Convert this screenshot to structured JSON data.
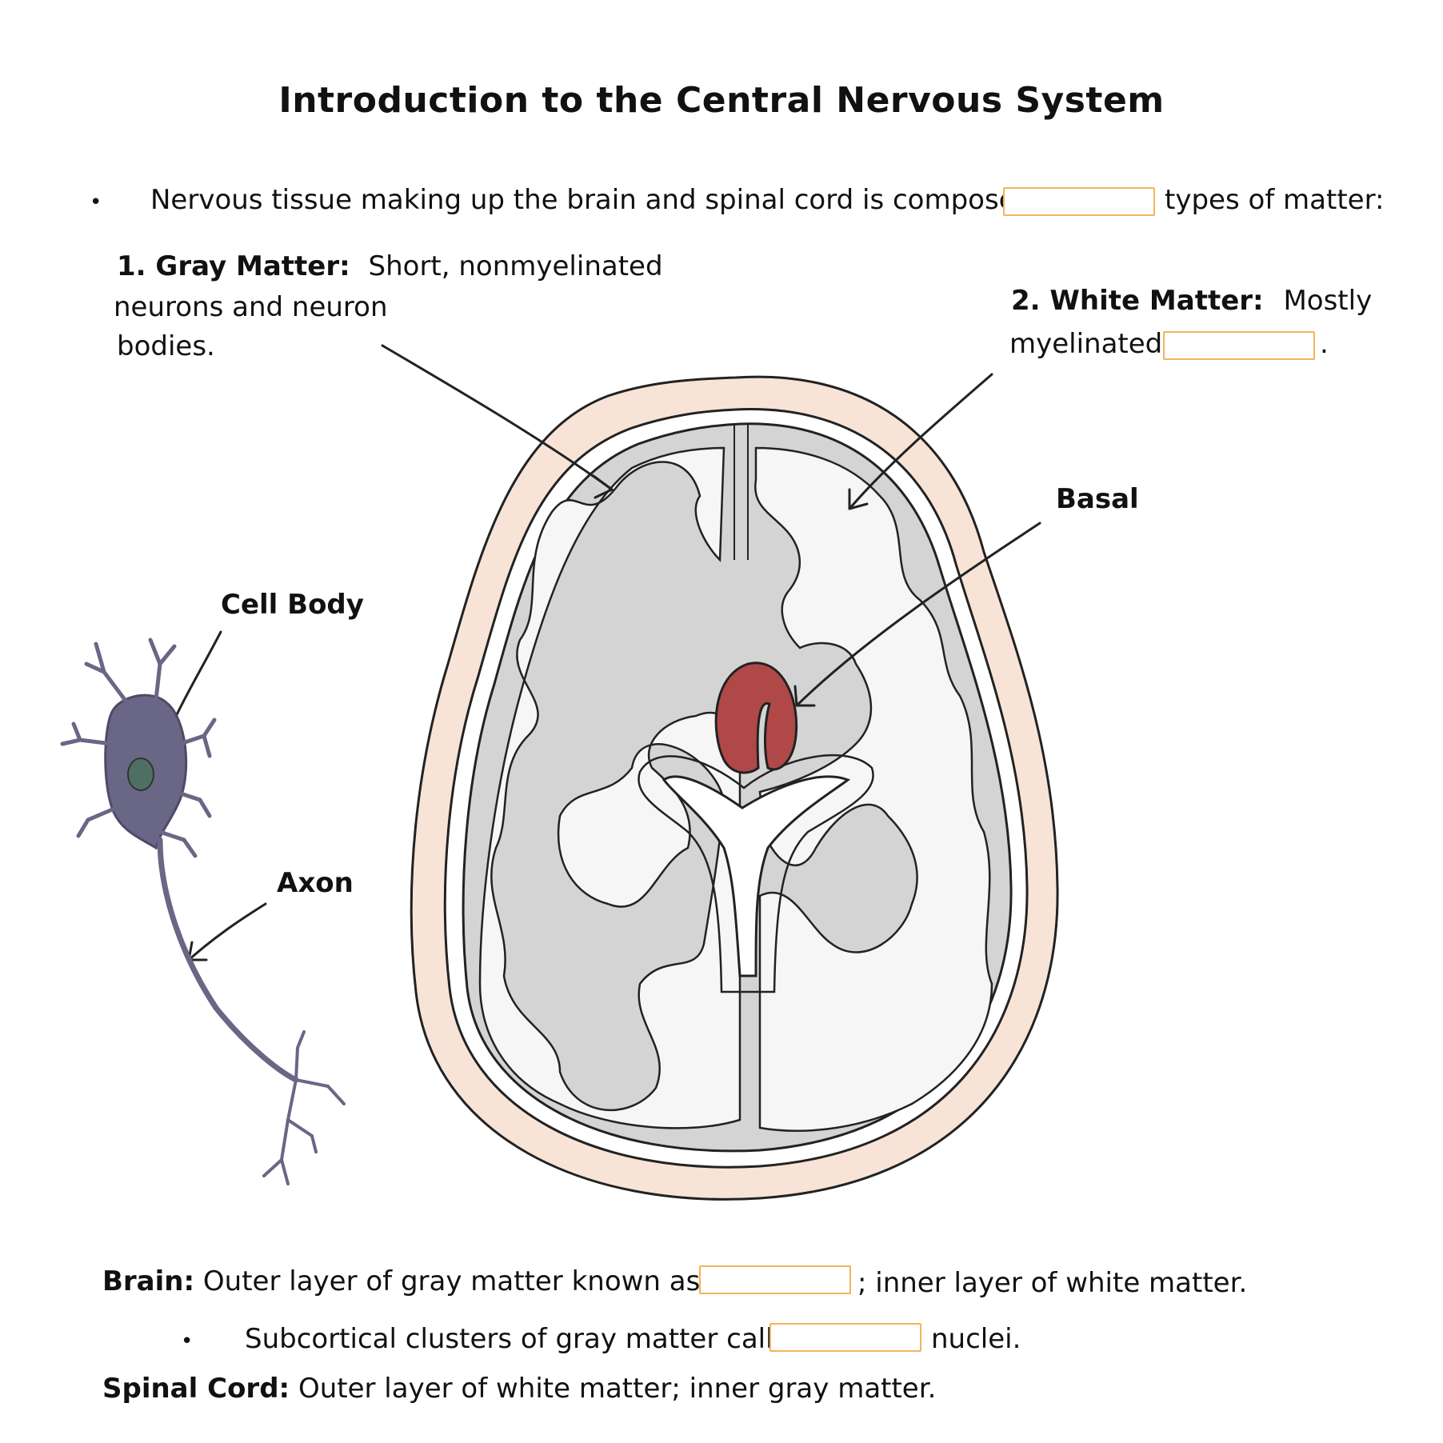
{
  "title": "Introduction to the Central Nervous System",
  "intro": {
    "bullet": "•",
    "text_before": "Nervous tissue making up the brain and spinal cord is composed of",
    "text_after": "types of matter:"
  },
  "gray_matter": {
    "label": "1. Gray Matter:",
    "line1": "Short, nonmyelinated",
    "line2": "neurons and neuron",
    "line3": "bodies."
  },
  "white_matter": {
    "label": "2. White Matter:",
    "line1_rest": "Mostly",
    "line2": "myelinated",
    "period": "."
  },
  "labels": {
    "basal": "Basal",
    "cell_body": "Cell Body",
    "axon": "Axon"
  },
  "brain_note": {
    "label": "Brain:",
    "text_before": "Outer layer of gray matter known as the",
    "text_after": "; inner layer of white matter."
  },
  "subcortical": {
    "bullet": "•",
    "text_before": "Subcortical clusters of gray matter called",
    "text_after": "nuclei."
  },
  "spinal_note": {
    "label": "Spinal Cord:",
    "text": "Outer layer of white matter; inner gray matter."
  },
  "colors": {
    "blank_border": "#f3b45a",
    "skull": "#f7e4d6",
    "gray_matter": "#d4d4d4",
    "white_matter": "#f6f6f6",
    "basal_nuclei": "#b04848",
    "neuron": "#6a6685",
    "nucleus": "#4f6f63"
  }
}
